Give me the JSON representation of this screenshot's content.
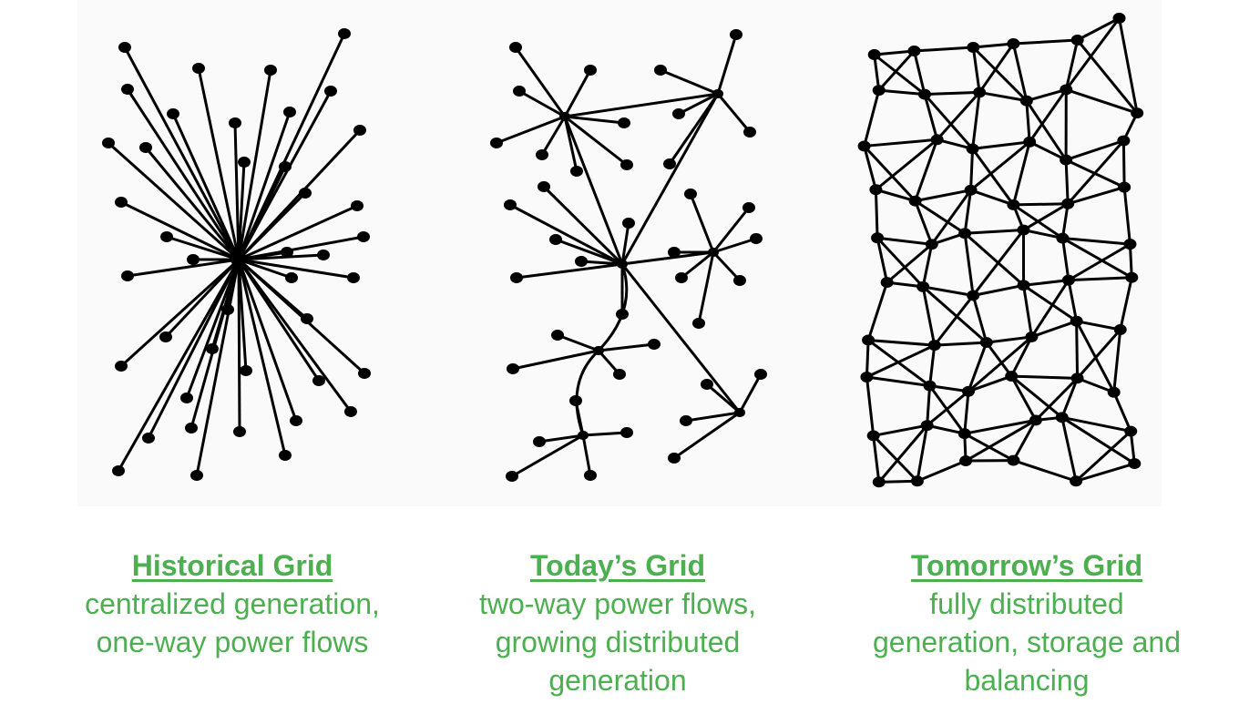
{
  "accent_color": "#4caf50",
  "panels": [
    {
      "title": "Historical Grid",
      "lines": [
        "centralized generation,",
        "one-way power flows"
      ]
    },
    {
      "title": "Today’s Grid",
      "lines": [
        "two-way power flows,",
        "growing distributed",
        "generation"
      ]
    },
    {
      "title": "Tomorrow’s Grid",
      "lines": [
        "fully distributed",
        "generation, storage and",
        "balancing"
      ]
    }
  ]
}
